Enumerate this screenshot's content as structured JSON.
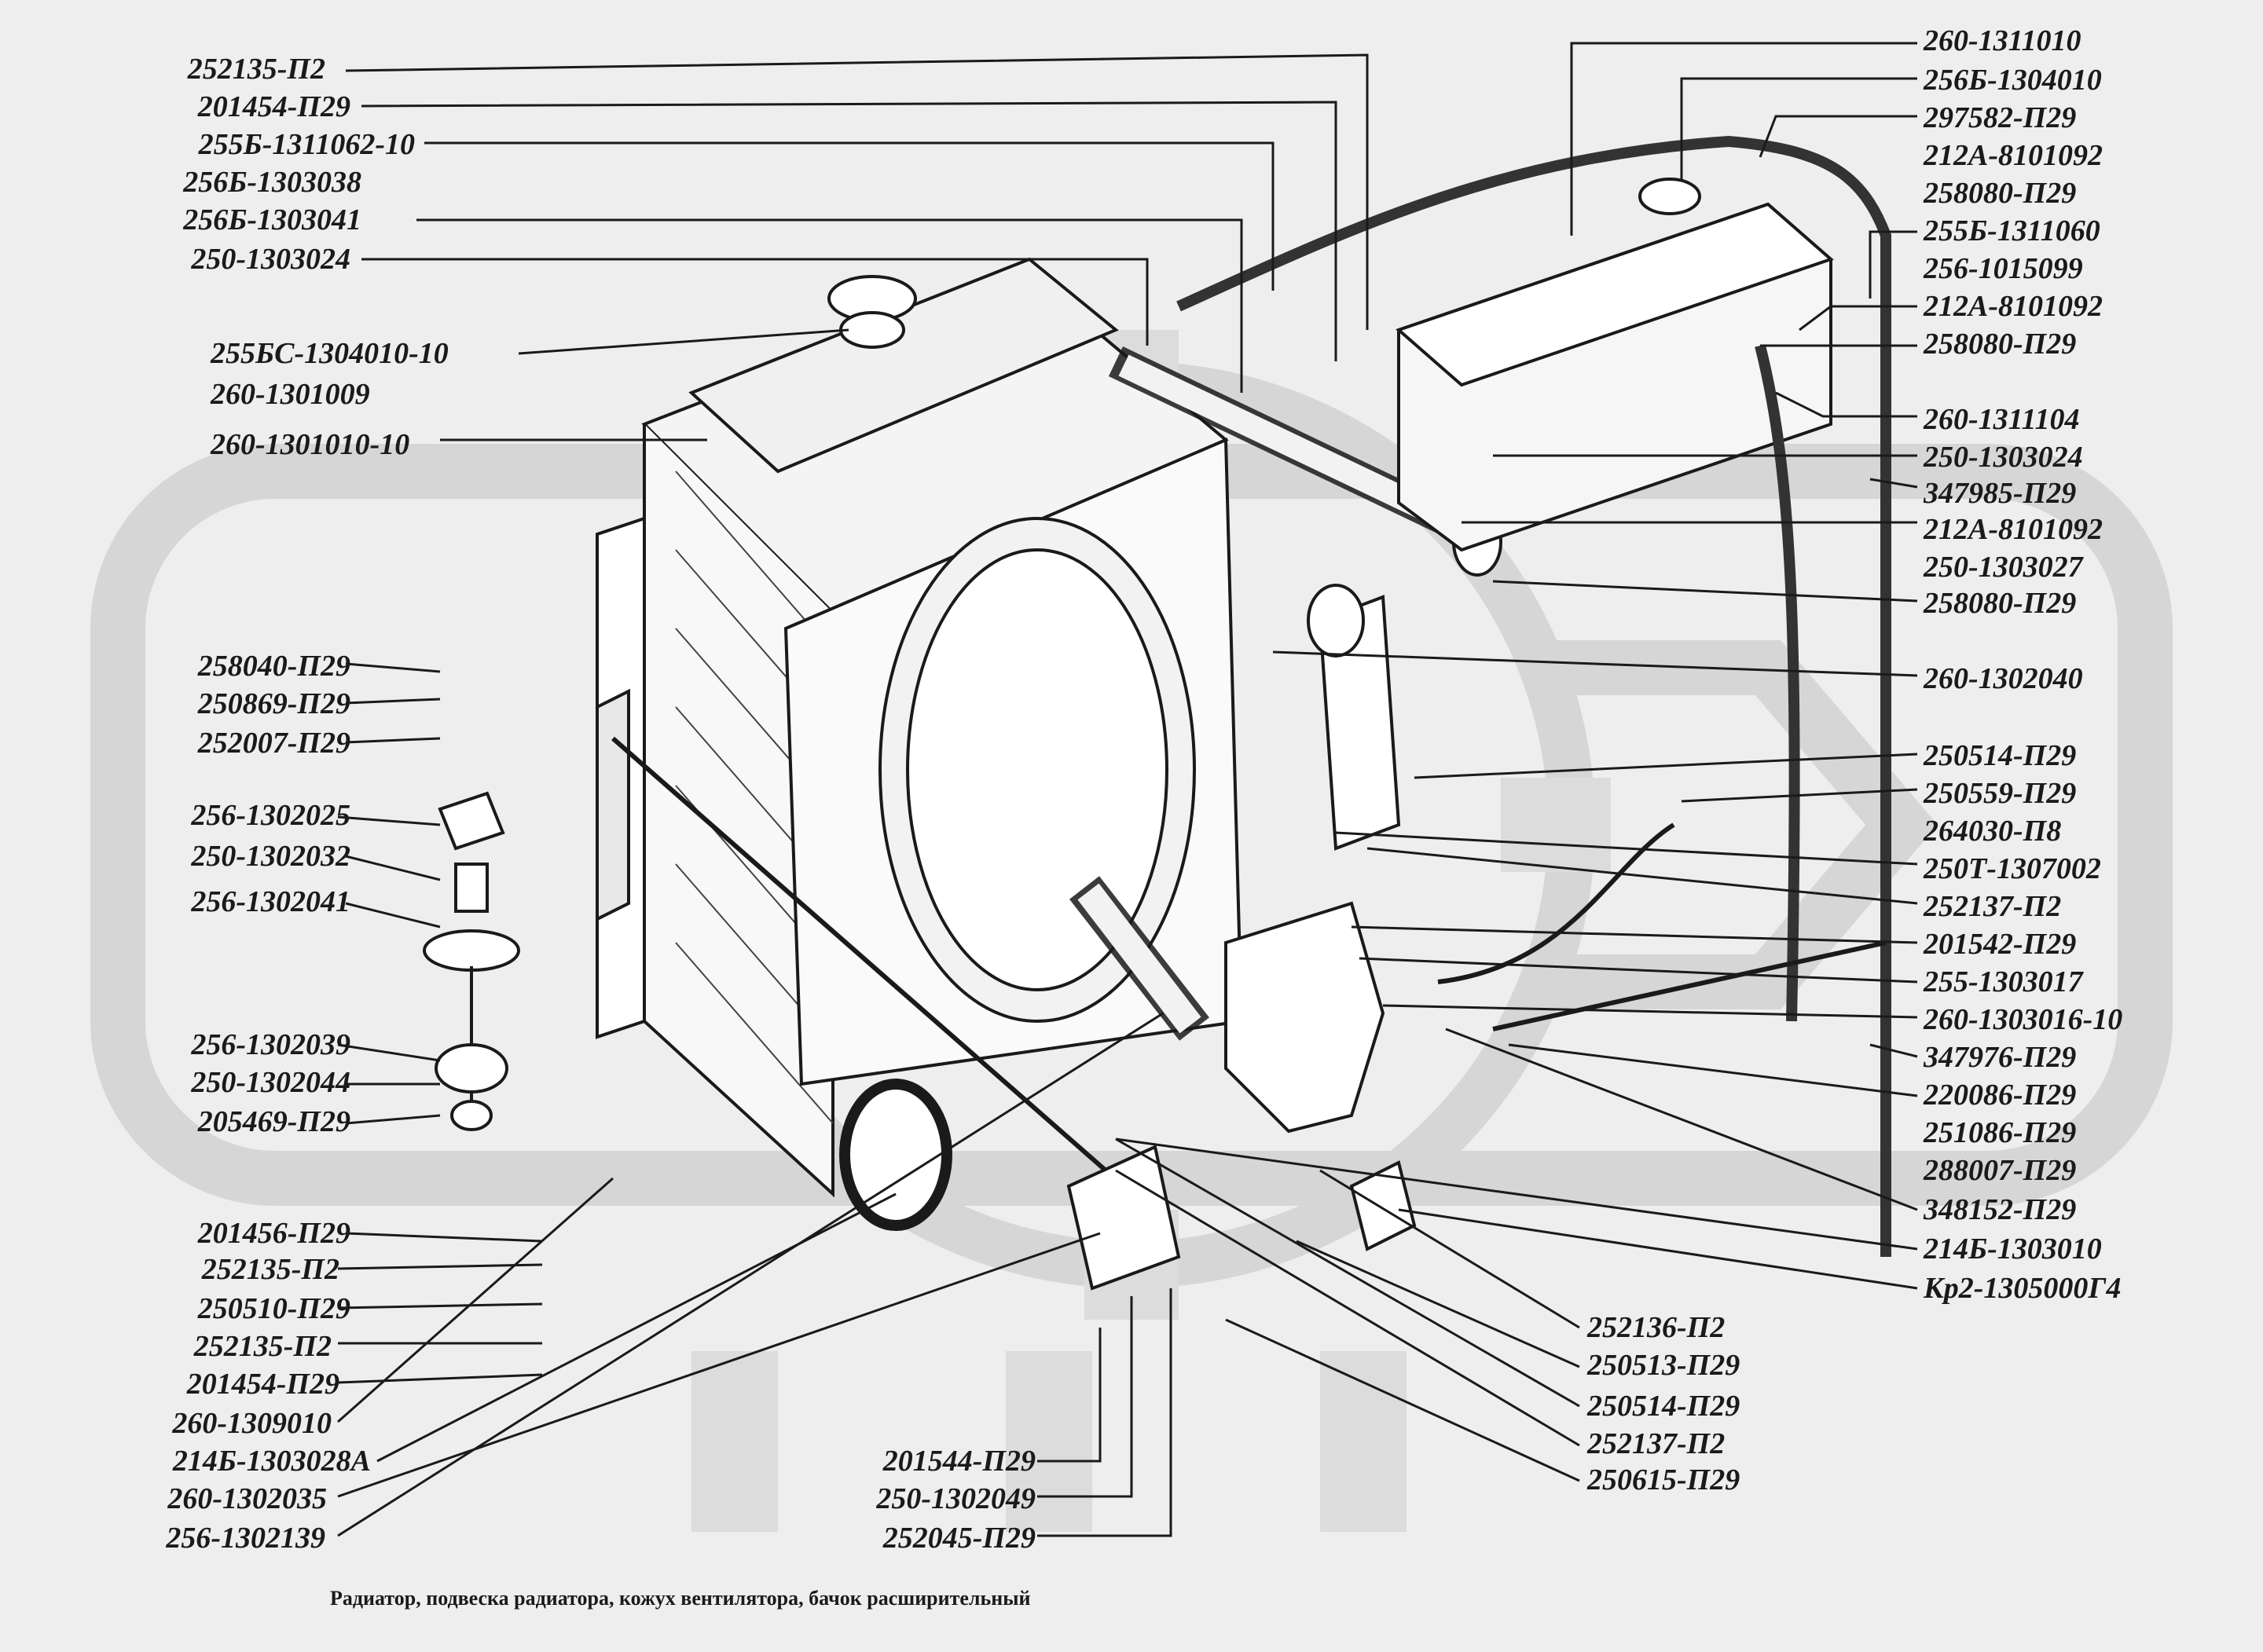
{
  "caption": "Радиатор,  подвеска радиатора, кожух   вентилятора,  бачок расширительный",
  "colors": {
    "background": "#eeeeee",
    "watermark": "#d6d6d6",
    "ink": "#1a1a1a"
  },
  "left_labels": [
    "252135-П2",
    "201454-П29",
    "255Б-1311062-10",
    "256Б-1303038",
    "256Б-1303041",
    "250-1303024",
    "255БС-1304010-10",
    "260-1301009",
    "260-1301010-10",
    "258040-П29",
    "250869-П29",
    "252007-П29",
    "256-1302025",
    "250-1302032",
    "256-1302041",
    "256-1302039",
    "250-1302044",
    "205469-П29",
    "201456-П29",
    "252135-П2",
    "250510-П29",
    "252135-П2",
    "201454-П29",
    "260-1309010",
    "214Б-1303028А",
    "260-1302035",
    "256-1302139"
  ],
  "right_labels": [
    "260-1311010",
    "256Б-1304010",
    "297582-П29",
    "212А-8101092",
    "258080-П29",
    "255Б-1311060",
    "256-1015099",
    "212А-8101092",
    "258080-П29",
    "260-1311104",
    "250-1303024",
    "347985-П29",
    "212А-8101092",
    "250-1303027",
    "258080-П29",
    "260-1302040",
    "250514-П29",
    "250559-П29",
    "264030-П8",
    "250Т-1307002",
    "252137-П2",
    "201542-П29",
    "255-1303017",
    "260-1303016-10",
    "347976-П29",
    "220086-П29",
    "251086-П29",
    "288007-П29",
    "348152-П29",
    "214Б-1303010",
    "Кр2-1305000Г4"
  ],
  "bottom_right_labels": [
    "252136-П2",
    "250513-П29",
    "250514-П29",
    "252137-П2",
    "250615-П29"
  ],
  "bottom_center_labels": [
    "201544-П29",
    "250-1302049",
    "252045-П29"
  ]
}
